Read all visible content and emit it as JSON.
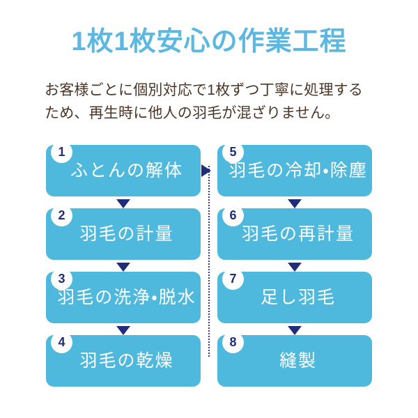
{
  "page": {
    "title": "1枚1枚安心の作業工程",
    "background_color": "#ffffff"
  },
  "colors": {
    "title": "#5cb8e0",
    "body_text": "#4a3526",
    "step_box": "#4fb8dd",
    "step_label": "#ffffff",
    "badge_background": "#ffffff",
    "badge_text": "#1f2d7a",
    "arrow": "#1f2d7a",
    "connector_line": "#2b3c96"
  },
  "lead": {
    "line1": "お客様ごとに個別対応で1枚ずつ丁寧に処理する",
    "line2": "ため、再生時に他人の羽毛が混ざりません。"
  },
  "flow": {
    "left_column": [
      {
        "number": "1",
        "label": "ふとんの解体"
      },
      {
        "number": "2",
        "label": "羽毛の計量"
      },
      {
        "number": "3",
        "label": "羽毛の洗浄・脱水"
      },
      {
        "number": "4",
        "label": "羽毛の乾燥"
      }
    ],
    "right_column": [
      {
        "number": "5",
        "label": "羽毛の冷却・除塵"
      },
      {
        "number": "6",
        "label": "羽毛の再計量"
      },
      {
        "number": "7",
        "label": "足し羽毛"
      },
      {
        "number": "8",
        "label": "縫製"
      }
    ]
  }
}
